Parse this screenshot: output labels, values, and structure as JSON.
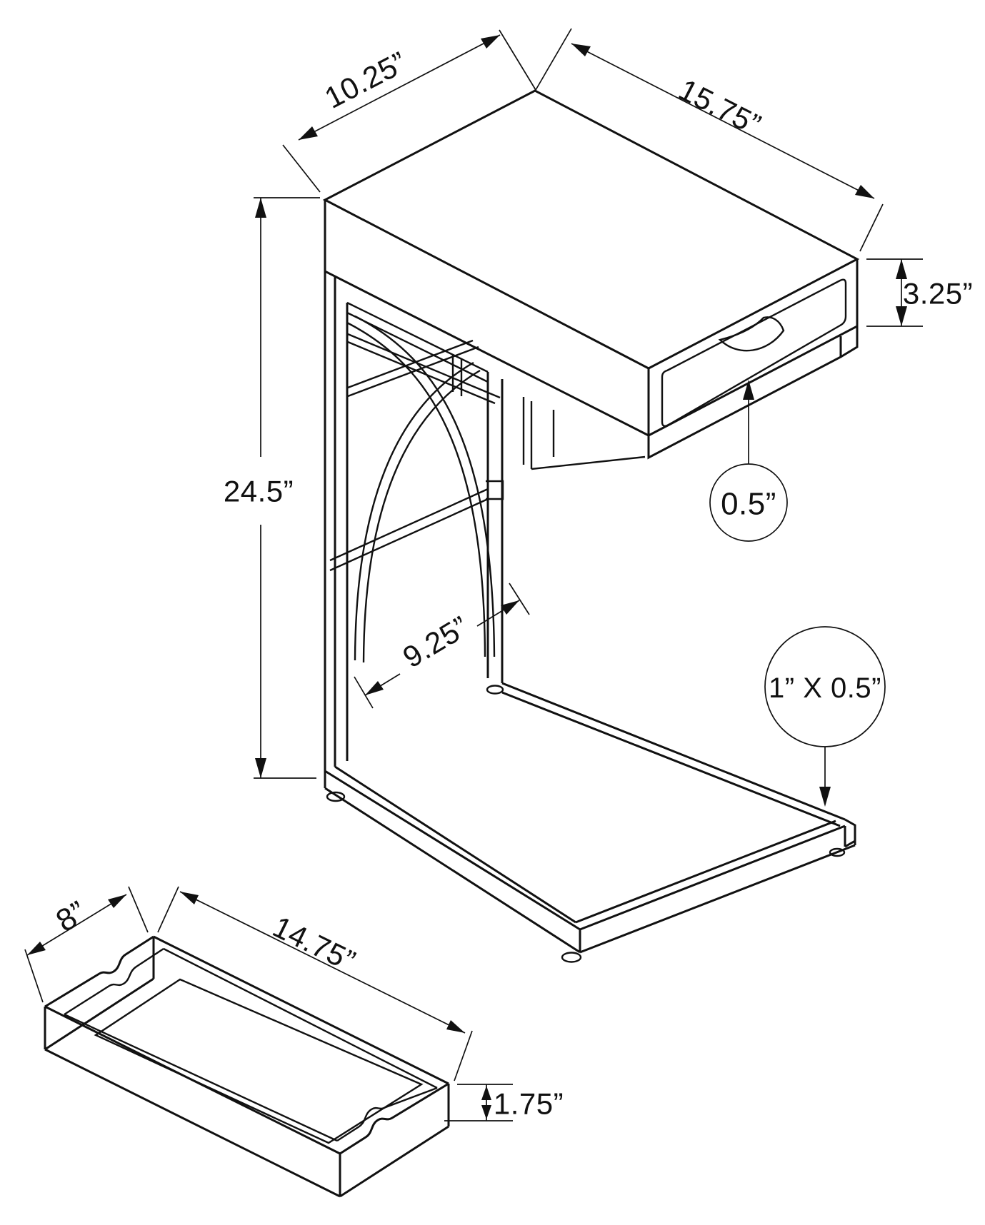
{
  "page": {
    "background": "#ffffff",
    "line_color": "#111111",
    "view": "isometric dimension diagram of C-shaped accent table with drawer"
  },
  "labels": {
    "top_depth": "10.25”",
    "top_width": "15.75”",
    "drawer_face_height": "3.25”",
    "overall_height": "24.5”",
    "side_rail": "9.25”",
    "drawer_trim_callout": "0.5”",
    "frame_tube_callout": "1” X 0.5”",
    "tray_width": "8”",
    "tray_length": "14.75”",
    "tray_height": "1.75”"
  }
}
